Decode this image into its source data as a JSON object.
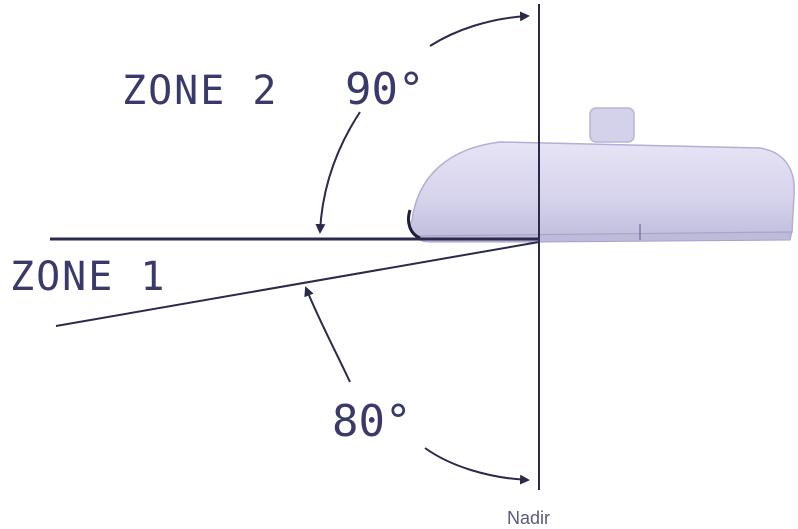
{
  "labels": {
    "zone2": "ZONE 2",
    "zone2_angle": "90°",
    "zone1": "ZONE 1",
    "zone1_angle": "80°",
    "nadir": "Nadir"
  },
  "colors": {
    "line": "#2a2a4a",
    "text": "#3a3a6a",
    "luminaire_body": "#d8d6ee",
    "luminaire_shade": "#b9b6d8"
  },
  "icons": {
    "luminaire": "cobra-head-street-light-icon"
  }
}
